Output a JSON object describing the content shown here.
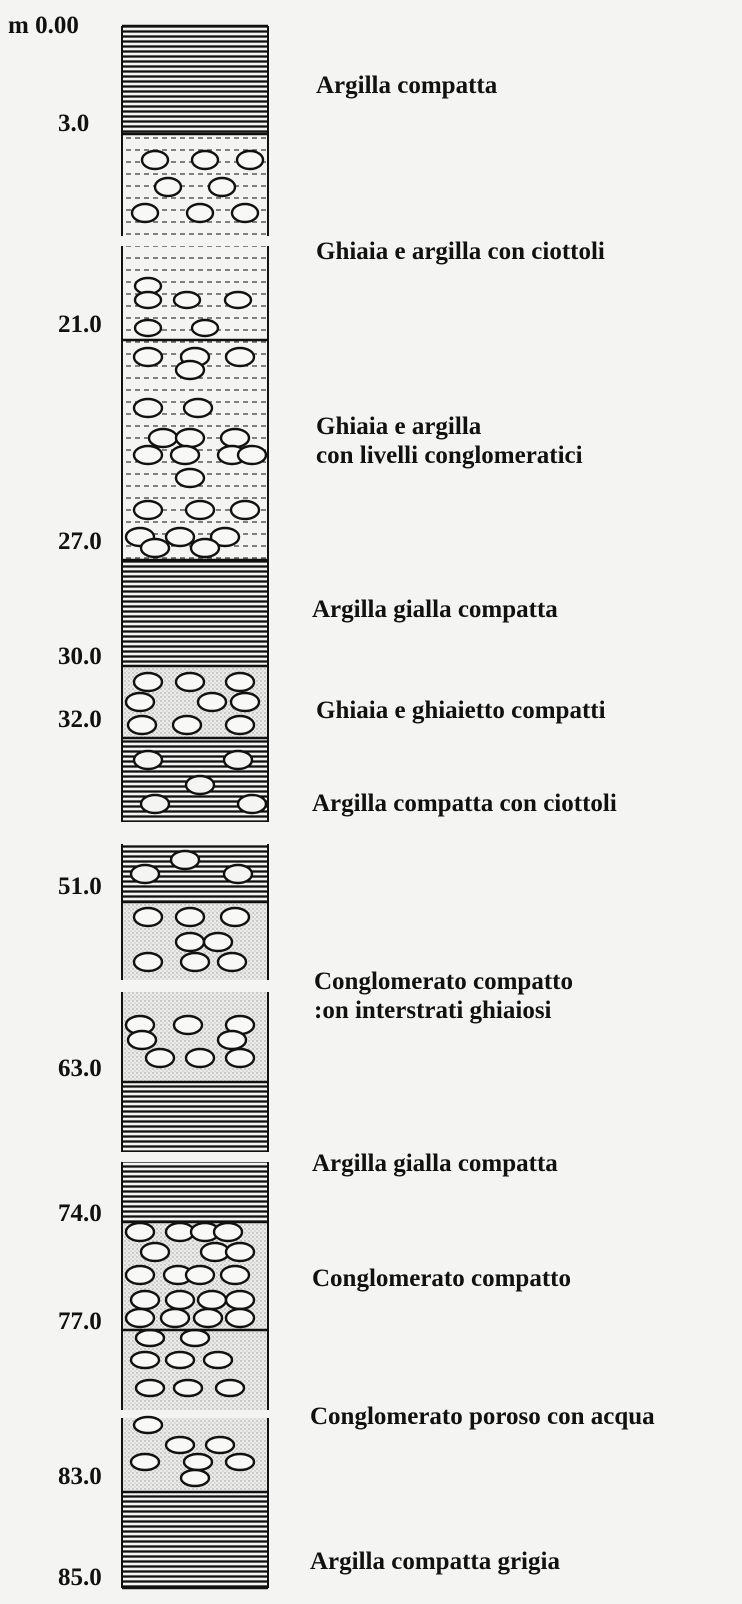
{
  "depth_labels": [
    {
      "text": "m 0.00",
      "value": 0.0
    },
    {
      "text": "3.0",
      "value": 3.0
    },
    {
      "text": "21.0",
      "value": 21.0
    },
    {
      "text": "27.0",
      "value": 27.0
    },
    {
      "text": "30.0",
      "value": 30.0
    },
    {
      "text": "32.0",
      "value": 32.0
    },
    {
      "text": "51.0",
      "value": 51.0
    },
    {
      "text": "63.0",
      "value": 63.0
    },
    {
      "text": "74.0",
      "value": 74.0
    },
    {
      "text": "77.0",
      "value": 77.0
    },
    {
      "text": "83.0",
      "value": 83.0
    },
    {
      "text": "85.0",
      "value": 85.0
    }
  ],
  "descriptions": [
    [
      "Argilla compatta"
    ],
    [
      "Ghiaia e argilla con ciottoli"
    ],
    [
      "Ghiaia e argilla",
      "con livelli conglomeratici"
    ],
    [
      "Argilla gialla compatta"
    ],
    [
      "Ghiaia e ghiaietto compatti"
    ],
    [
      "Argilla compatta con ciottoli"
    ],
    [
      "Conglomerato compatto",
      ":on interstrati ghiaiosi"
    ],
    [
      "Argilla gialla compatta"
    ],
    [
      "Conglomerato compatto"
    ],
    [
      "Conglomerato poroso con acqua"
    ],
    [
      "Argilla compatta grigia"
    ]
  ],
  "layers": [
    {
      "pattern": "clay",
      "from": "0.00",
      "to": "3.0"
    },
    {
      "pattern": "gravel-clay",
      "from": "3.0",
      "to": "21.0"
    },
    {
      "pattern": "gravel-clay-conglomerate",
      "from": "21.0",
      "to": "27.0"
    },
    {
      "pattern": "clay",
      "from": "27.0",
      "to": "30.0"
    },
    {
      "pattern": "gravel",
      "from": "30.0",
      "to": "32.0"
    },
    {
      "pattern": "clay-pebbles",
      "from": "32.0",
      "to": "51.0"
    },
    {
      "pattern": "conglomerate",
      "from": "51.0",
      "to": "63.0"
    },
    {
      "pattern": "clay",
      "from": "63.0",
      "to": "74.0"
    },
    {
      "pattern": "conglomerate",
      "from": "74.0",
      "to": "77.0"
    },
    {
      "pattern": "conglomerate-porous",
      "from": "77.0",
      "to": "83.0"
    },
    {
      "pattern": "clay",
      "from": "83.0",
      "to": "85.0"
    }
  ],
  "colors": {
    "ink": "#111111",
    "stipple": "#cfcfcf",
    "paper": "#f4f4f2"
  }
}
